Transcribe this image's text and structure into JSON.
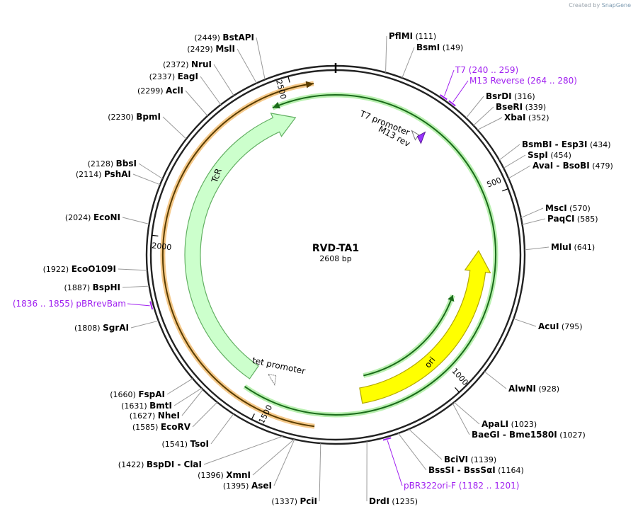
{
  "credit": {
    "prefix": "Created by",
    "brand": "SnapGene"
  },
  "plasmid": {
    "name": "RVD-TA1",
    "length_label": "2608 bp",
    "length": 2608
  },
  "ticks": [
    {
      "bp": 500,
      "label": "500"
    },
    {
      "bp": 1000,
      "label": "1000"
    },
    {
      "bp": 1500,
      "label": "1500"
    },
    {
      "bp": 2000,
      "label": "2000"
    },
    {
      "bp": 2500,
      "label": "2500"
    }
  ],
  "features": [
    {
      "id": "tcr",
      "label": "TcR",
      "start": 1556,
      "end": 2490,
      "dir": "cw",
      "color": "#ccffcc",
      "stroke": "#63b063",
      "ring": "inner"
    },
    {
      "id": "ori",
      "label": "ori",
      "start": 640,
      "end": 1230,
      "dir": "ccw",
      "color": "#ffff00",
      "stroke": "#b3a800",
      "ring": "inner"
    },
    {
      "id": "t7-promoter",
      "label": "T7 promoter",
      "start": 238,
      "end": 258,
      "dir": "cw",
      "color": "#ffffff",
      "stroke": "#777777",
      "ring": "inner"
    },
    {
      "id": "m13-rev",
      "label": "M13 rev",
      "start": 262,
      "end": 280,
      "dir": "cw",
      "color": "#9933ff",
      "stroke": "#5a1a99",
      "ring": "inner"
    },
    {
      "id": "tet-promoter",
      "label": "tet promoter",
      "start": 1484,
      "end": 1514,
      "dir": "ccw",
      "color": "#ffffff",
      "stroke": "#777777",
      "ring": "inner"
    }
  ],
  "orfs": [
    {
      "id": "orf-large",
      "start": 1355,
      "end": 2555,
      "dir": "cw",
      "ring": "orange"
    },
    {
      "id": "orf-tcr",
      "start": 1555,
      "end": 2440,
      "dir": "ccw",
      "ring": "green1"
    },
    {
      "id": "orf-ori",
      "start": 1210,
      "end": 790,
      "dir": "ccw",
      "ring": "green2"
    }
  ],
  "primers": [
    {
      "name": "T7",
      "range": "(240 .. 259)",
      "bp": 249
    },
    {
      "name": "M13 Reverse",
      "range": "(264 .. 280)",
      "bp": 272
    },
    {
      "name": "pBR322ori-F",
      "range": "(1182 .. 1201)",
      "bp": 1191
    },
    {
      "name": "pBRrevBam",
      "range": "(1836 .. 1855)",
      "bp": 1845
    }
  ],
  "enzymes": [
    {
      "name": "PflMI",
      "pos": "(111)",
      "bp": 111
    },
    {
      "name": "BsmI",
      "pos": "(149)",
      "bp": 149
    },
    {
      "name": "BsrDI",
      "pos": "(316)",
      "bp": 316
    },
    {
      "name": "BseRI",
      "pos": "(339)",
      "bp": 339
    },
    {
      "name": "XbaI",
      "pos": "(352)",
      "bp": 352
    },
    {
      "name": "BsmBI",
      "name2": "Esp3I",
      "pos": "(434)",
      "bp": 434
    },
    {
      "name": "SspI",
      "pos": "(454)",
      "bp": 454
    },
    {
      "name": "AvaI",
      "name2": "BsoBI",
      "pos": "(479)",
      "bp": 479
    },
    {
      "name": "MscI",
      "pos": "(570)",
      "bp": 570
    },
    {
      "name": "PaqCI",
      "pos": "(585)",
      "bp": 585
    },
    {
      "name": "MluI",
      "pos": "(641)",
      "bp": 641
    },
    {
      "name": "AcuI",
      "pos": "(795)",
      "bp": 795
    },
    {
      "name": "AlwNI",
      "pos": "(928)",
      "bp": 928
    },
    {
      "name": "ApaLI",
      "pos": "(1023)",
      "bp": 1023
    },
    {
      "name": "BaeGI",
      "name2": "Bme1580I",
      "pos": "(1027)",
      "bp": 1027
    },
    {
      "name": "BciVI",
      "pos": "(1139)",
      "bp": 1139
    },
    {
      "name": "BssSI",
      "name2": "BssSαI",
      "pos": "(1164)",
      "bp": 1164
    },
    {
      "name": "DrdI",
      "pos": "(1235)",
      "bp": 1235
    },
    {
      "name": "PciI",
      "pos": "(1337)",
      "bp": 1337
    },
    {
      "name": "AseI",
      "pos": "(1395)",
      "bp": 1395
    },
    {
      "name": "XmnI",
      "pos": "(1396)",
      "bp": 1396
    },
    {
      "name": "BspDI",
      "name2": "ClaI",
      "pos": "(1422)",
      "bp": 1422
    },
    {
      "name": "TsoI",
      "pos": "(1541)",
      "bp": 1541
    },
    {
      "name": "EcoRV",
      "pos": "(1585)",
      "bp": 1585
    },
    {
      "name": "NheI",
      "pos": "(1627)",
      "bp": 1627
    },
    {
      "name": "BmtI",
      "pos": "(1631)",
      "bp": 1631
    },
    {
      "name": "FspAI",
      "pos": "(1660)",
      "bp": 1660
    },
    {
      "name": "SgrAI",
      "pos": "(1808)",
      "bp": 1808
    },
    {
      "name": "BspHI",
      "pos": "(1887)",
      "bp": 1887
    },
    {
      "name": "EcoO109I",
      "pos": "(1922)",
      "bp": 1922
    },
    {
      "name": "EcoNI",
      "pos": "(2024)",
      "bp": 2024
    },
    {
      "name": "PshAI",
      "pos": "(2114)",
      "bp": 2114
    },
    {
      "name": "BbsI",
      "pos": "(2128)",
      "bp": 2128
    },
    {
      "name": "BpmI",
      "pos": "(2230)",
      "bp": 2230
    },
    {
      "name": "AclI",
      "pos": "(2299)",
      "bp": 2299
    },
    {
      "name": "EagI",
      "pos": "(2337)",
      "bp": 2337
    },
    {
      "name": "NruI",
      "pos": "(2372)",
      "bp": 2372
    },
    {
      "name": "MslI",
      "pos": "(2429)",
      "bp": 2429
    },
    {
      "name": "BstAPI",
      "pos": "(2449)",
      "bp": 2449
    }
  ]
}
